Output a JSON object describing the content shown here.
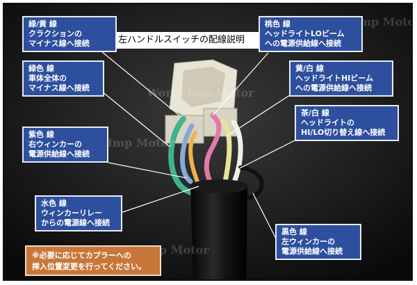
{
  "title": "左ハンドルスイッチの配線説明",
  "labels": [
    {
      "id": "green-yellow",
      "line1": "緑/黄 線",
      "line2": "クラクションの",
      "line3": "マイナス線へ接続"
    },
    {
      "id": "green",
      "line1": "緑色 線",
      "line2": "車体全体の",
      "line3": "マイナス線へ接続"
    },
    {
      "id": "purple",
      "line1": "紫色 線",
      "line2": "右ウィンカーの",
      "line3": "電源供給線へ接続"
    },
    {
      "id": "light-blue",
      "line1": "水色 線",
      "line2": "ウィンカーリレー",
      "line3": "からの電源線へ接続"
    },
    {
      "id": "pink",
      "line1": "桃色 線",
      "line2": "ヘッドライトLOビーム",
      "line3": "への電源供給線へ接続"
    },
    {
      "id": "yellow-white",
      "line1": "黄/白 線",
      "line2": "ヘッドライトHIビーム",
      "line3": "への電源供給線へ接続"
    },
    {
      "id": "brown-white",
      "line1": "茶/白 線",
      "line2": "ヘッドライトの",
      "line3": "HI/LO切り替え線へ接続"
    },
    {
      "id": "black",
      "line1": "黒色 線",
      "line2": "左ウィンカーの",
      "line3": "電源供給線へ接続"
    }
  ],
  "note": {
    "line1": "※必要に応じてカプラーへの",
    "line2": "挿入位置変更を行ってください。"
  },
  "watermark": "World Imp Motor",
  "colors": {
    "label_bg": "#2d4f9e",
    "note_bg": "#c8773a"
  }
}
